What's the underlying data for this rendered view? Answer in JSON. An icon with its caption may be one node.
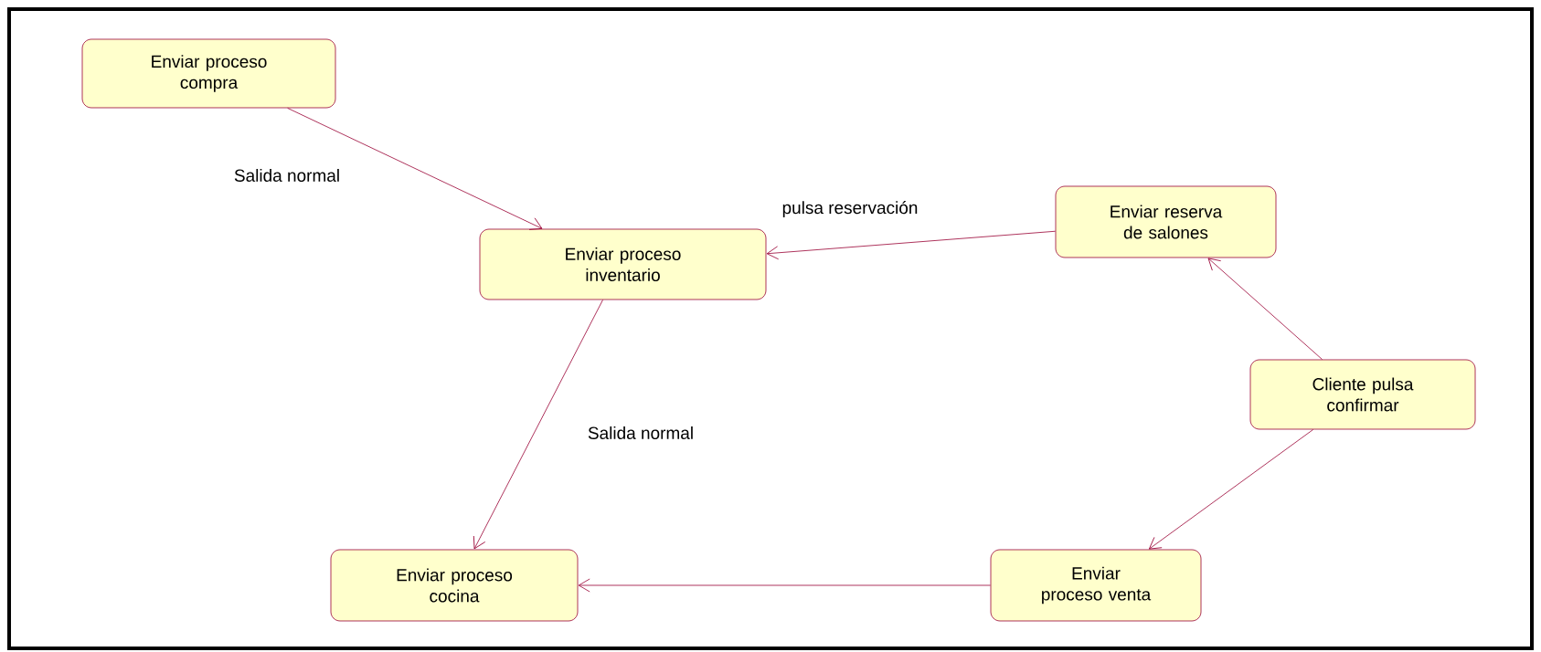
{
  "diagram": {
    "nodes": [
      {
        "text": [
          "Enviar proceso compra"
        ]
      },
      {
        "text": [
          "Enviar proceso inventario"
        ]
      },
      {
        "text": [
          "Enviar reserva de salones"
        ]
      },
      {
        "text": [
          "Cliente pulsa confirmar"
        ]
      },
      {
        "text": [
          "Enviar proceso cocina"
        ]
      },
      {
        "text": [
          "Enviar proceso venta"
        ]
      }
    ],
    "edges": [
      {
        "from": 0,
        "to": 1,
        "arrow": "to",
        "label": "Salida normal"
      },
      {
        "from": 2,
        "to": 1,
        "arrow": "to",
        "label": "pulsa reservación"
      },
      {
        "from": 1,
        "to": 4,
        "arrow": "to",
        "label": "Salida normal"
      },
      {
        "from": 3,
        "to": 2,
        "arrow": "to"
      },
      {
        "from": 3,
        "to": 5,
        "arrow": "to"
      },
      {
        "from": 5,
        "to": 4,
        "arrow": "to"
      }
    ]
  }
}
